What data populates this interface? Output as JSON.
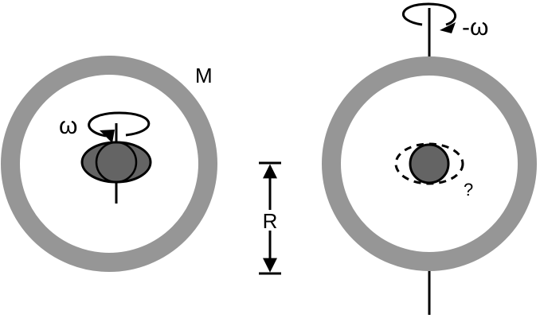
{
  "labels": {
    "mass": "M",
    "omega": "ω",
    "neg_omega": "-ω",
    "radius": "R",
    "question": "?"
  },
  "colors": {
    "shell": "#969696",
    "ball": "#646464",
    "ink": "#000000"
  }
}
